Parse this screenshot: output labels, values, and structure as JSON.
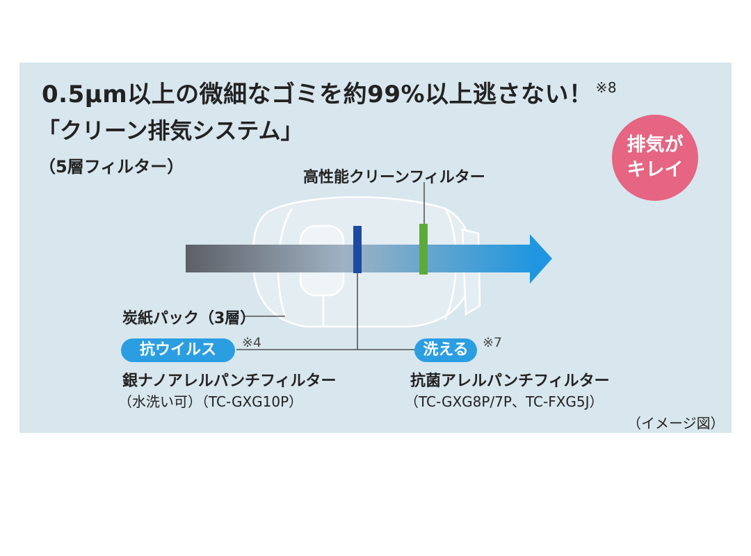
{
  "title": {
    "line1": "0.5μm以上の微細なゴミを約99%以上逃さない！",
    "line1_note": "※8",
    "line2": "「クリーン排気システム」",
    "line3": "（5層フィルター）"
  },
  "badge_circle": {
    "line1": "排気が",
    "line2": "キレイ"
  },
  "labels": {
    "clean_filter": "高性能クリーンフィルター",
    "charcoal_pack": "炭紙パック（3層）",
    "left_badge": "抗ウイルス",
    "left_note": "※4",
    "left_name": "銀ナノアレルパンチフィルター",
    "left_sub": "（水洗い可）（TC-GXG10P）",
    "right_badge": "洗える",
    "right_note": "※7",
    "right_name": "抗菌アレルパンチフィルター",
    "right_sub": "（TC-GXG8P/7P、TC-FXG5J）",
    "image_note": "（イメージ図）"
  },
  "colors": {
    "panel_bg": "#d8e6ee",
    "arrow_start": "#5c5f66",
    "arrow_end": "#1f96df",
    "badge_blue": "#2b9ee2",
    "circle_pink": "#e56583",
    "filter_blue": "#1c4aa1",
    "filter_green": "#5cab3a"
  }
}
